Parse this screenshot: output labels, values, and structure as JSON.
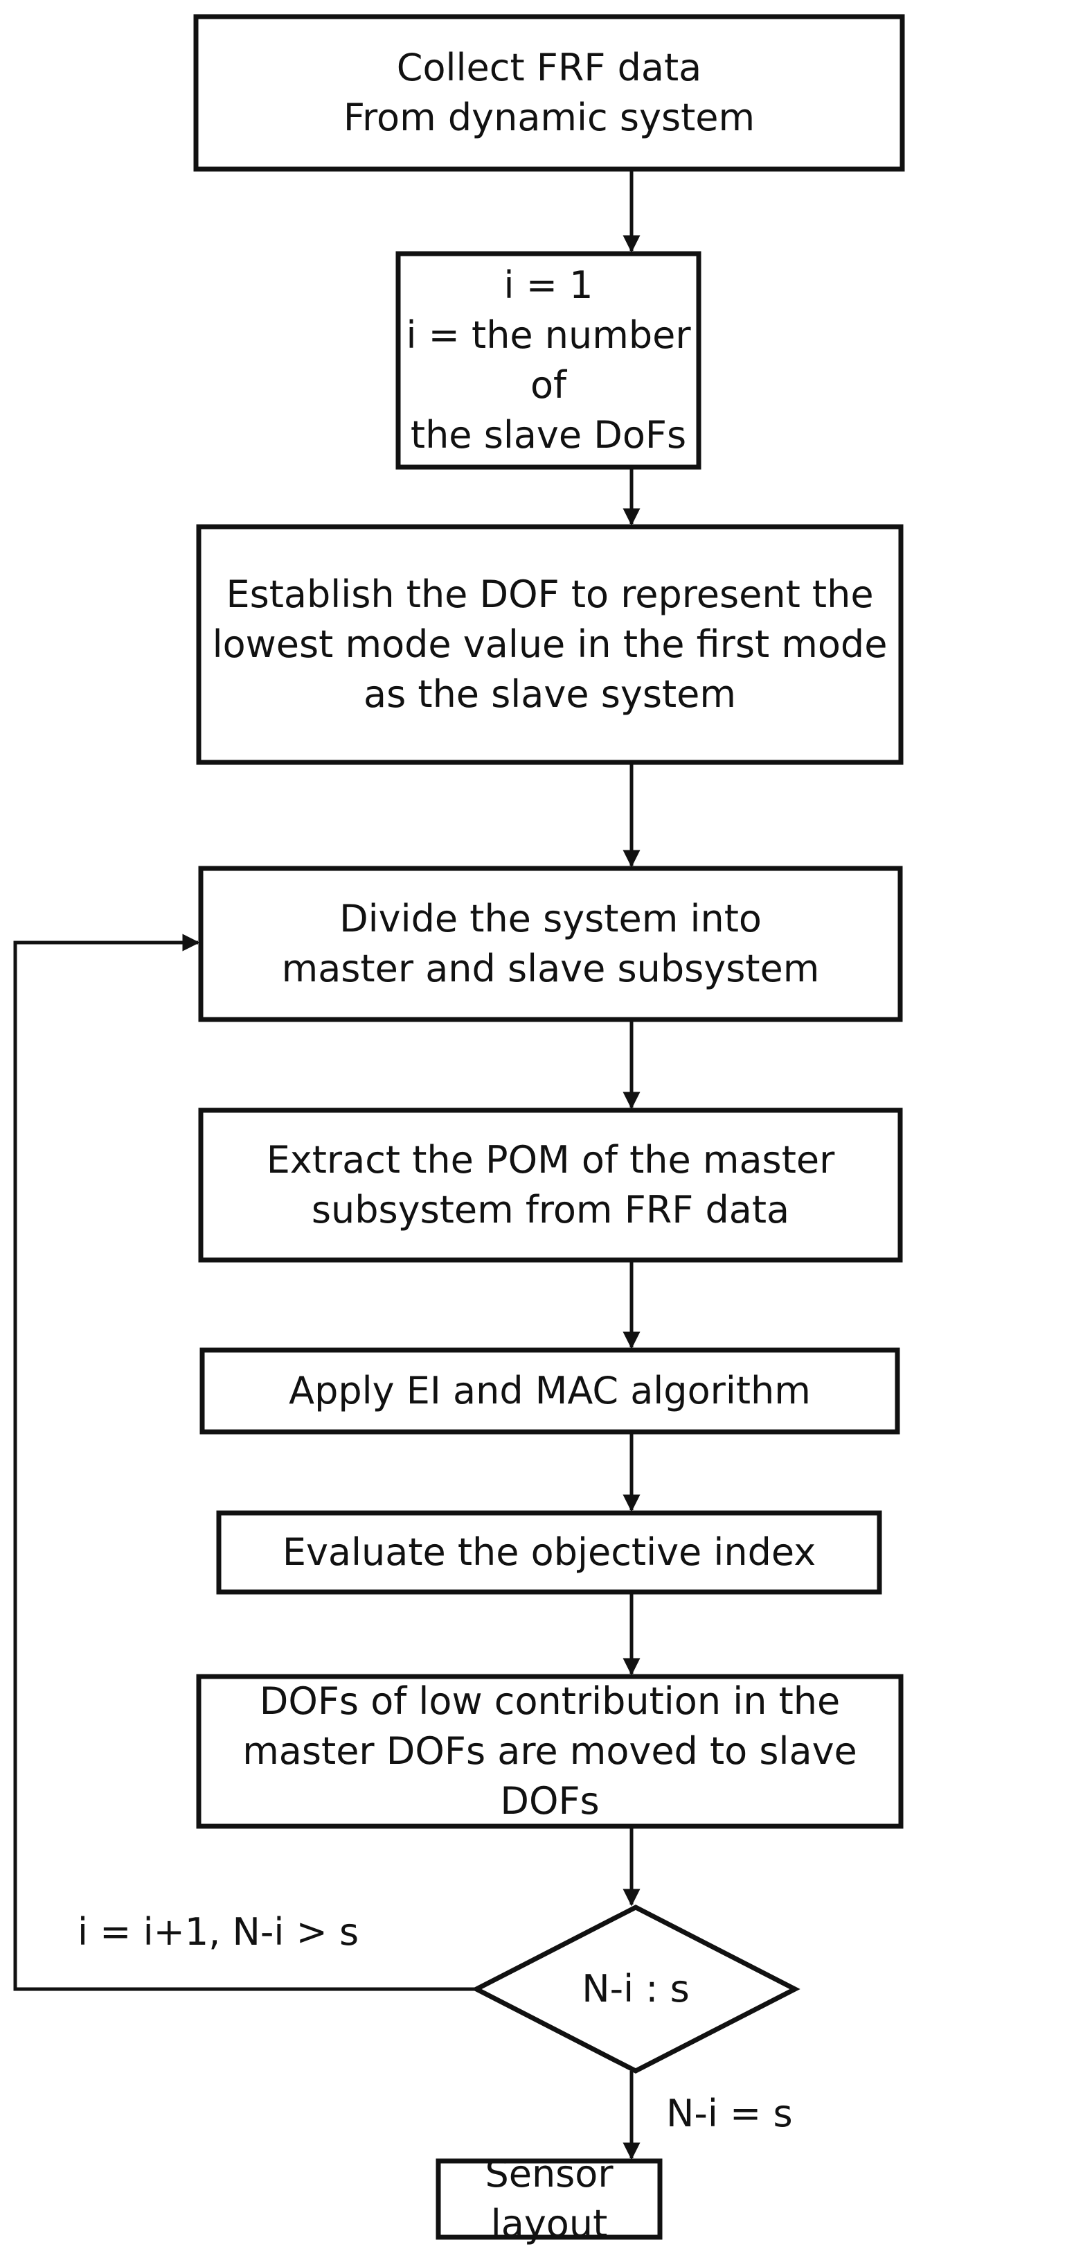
{
  "diagram": {
    "nodes": [
      {
        "id": "collect",
        "shape": "rect",
        "text": "Collect FRF data\nFrom dynamic system"
      },
      {
        "id": "init",
        "shape": "rect",
        "text": "i = 1\ni = the number of\nthe slave DoFs"
      },
      {
        "id": "establish",
        "shape": "rect",
        "text": "Establish the DOF to represent the\nlowest mode value in the first mode\nas the slave system"
      },
      {
        "id": "divide",
        "shape": "rect",
        "text": "Divide the system into\nmaster and slave subsystem"
      },
      {
        "id": "extract",
        "shape": "rect",
        "text": "Extract the POM of the master\nsubsystem from FRF data"
      },
      {
        "id": "apply",
        "shape": "rect",
        "text": "Apply EI and MAC algorithm"
      },
      {
        "id": "evaluate",
        "shape": "rect",
        "text": "Evaluate the objective index"
      },
      {
        "id": "move",
        "shape": "rect",
        "text": "DOFs of low contribution in the\nmaster DOFs are moved to slave DOFs"
      },
      {
        "id": "decision",
        "shape": "diamond",
        "text": "N-i : s"
      },
      {
        "id": "sensor",
        "shape": "rect",
        "text": "Sensor layout"
      }
    ],
    "edges": [
      {
        "from": "collect",
        "to": "init",
        "label": ""
      },
      {
        "from": "init",
        "to": "establish",
        "label": ""
      },
      {
        "from": "establish",
        "to": "divide",
        "label": ""
      },
      {
        "from": "divide",
        "to": "extract",
        "label": ""
      },
      {
        "from": "extract",
        "to": "apply",
        "label": ""
      },
      {
        "from": "apply",
        "to": "evaluate",
        "label": ""
      },
      {
        "from": "evaluate",
        "to": "move",
        "label": ""
      },
      {
        "from": "move",
        "to": "decision",
        "label": ""
      },
      {
        "from": "decision",
        "to": "sensor",
        "label": "N-i = s"
      },
      {
        "from": "decision",
        "to": "divide",
        "label": "i = i+1, N-i > s"
      }
    ]
  }
}
